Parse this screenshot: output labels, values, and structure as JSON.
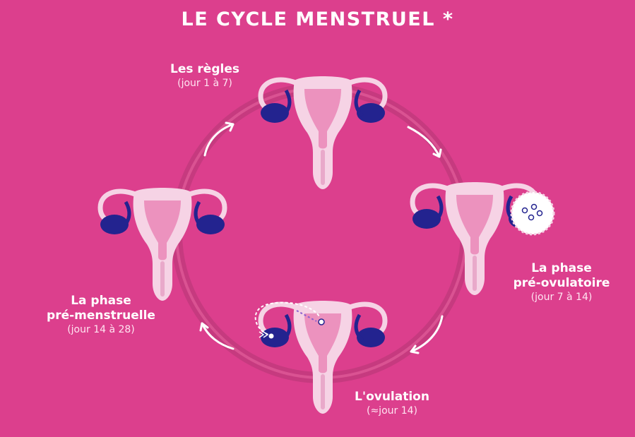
{
  "title": "LE CYCLE MENSTRUEL *",
  "colors": {
    "background": "#dc3f8d",
    "uterus_outer": "#f6d3e5",
    "uterus_inner": "#ec92be",
    "ovary": "#23238f",
    "ring": "#c03a7c"
  },
  "phases": [
    {
      "name": "Les règles",
      "days": "(jour 1 à 7)"
    },
    {
      "name_lines": [
        "La phase",
        "pré-ovulatoire"
      ],
      "days": "(jour 7 à 14)"
    },
    {
      "name": "L'ovulation",
      "days": "(≈jour 14)"
    },
    {
      "name_lines": [
        "La phase",
        "pré-menstruelle"
      ],
      "days": "(jour 14 à 28)"
    }
  ]
}
